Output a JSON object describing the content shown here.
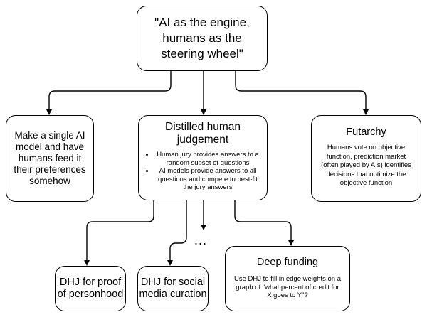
{
  "root": {
    "text": "\"AI as the engine, humans as the steering wheel\""
  },
  "left_option": {
    "text": "Make a single AI model and have humans feed it their preferences somehow"
  },
  "middle_option": {
    "title": "Distilled human judgement",
    "bullets": [
      "Human jury provides answers to a random subset of questions",
      "AI models provide answers to all questions and compete to best-fit the jury answers"
    ]
  },
  "right_option": {
    "title": "Futarchy",
    "body": "Humans vote on objective function, prediction market (often played by AIs) identifies decisions that optimize the objective function"
  },
  "children": {
    "dhj_personhood": "DHJ for proof of personhood",
    "dhj_social": "DHJ for social media curation",
    "ellipsis": "...",
    "deep_funding": {
      "title": "Deep funding",
      "body": "Use DHJ to fill in edge weights on a graph of \"what percent of credit for X goes to Y\"?"
    }
  }
}
